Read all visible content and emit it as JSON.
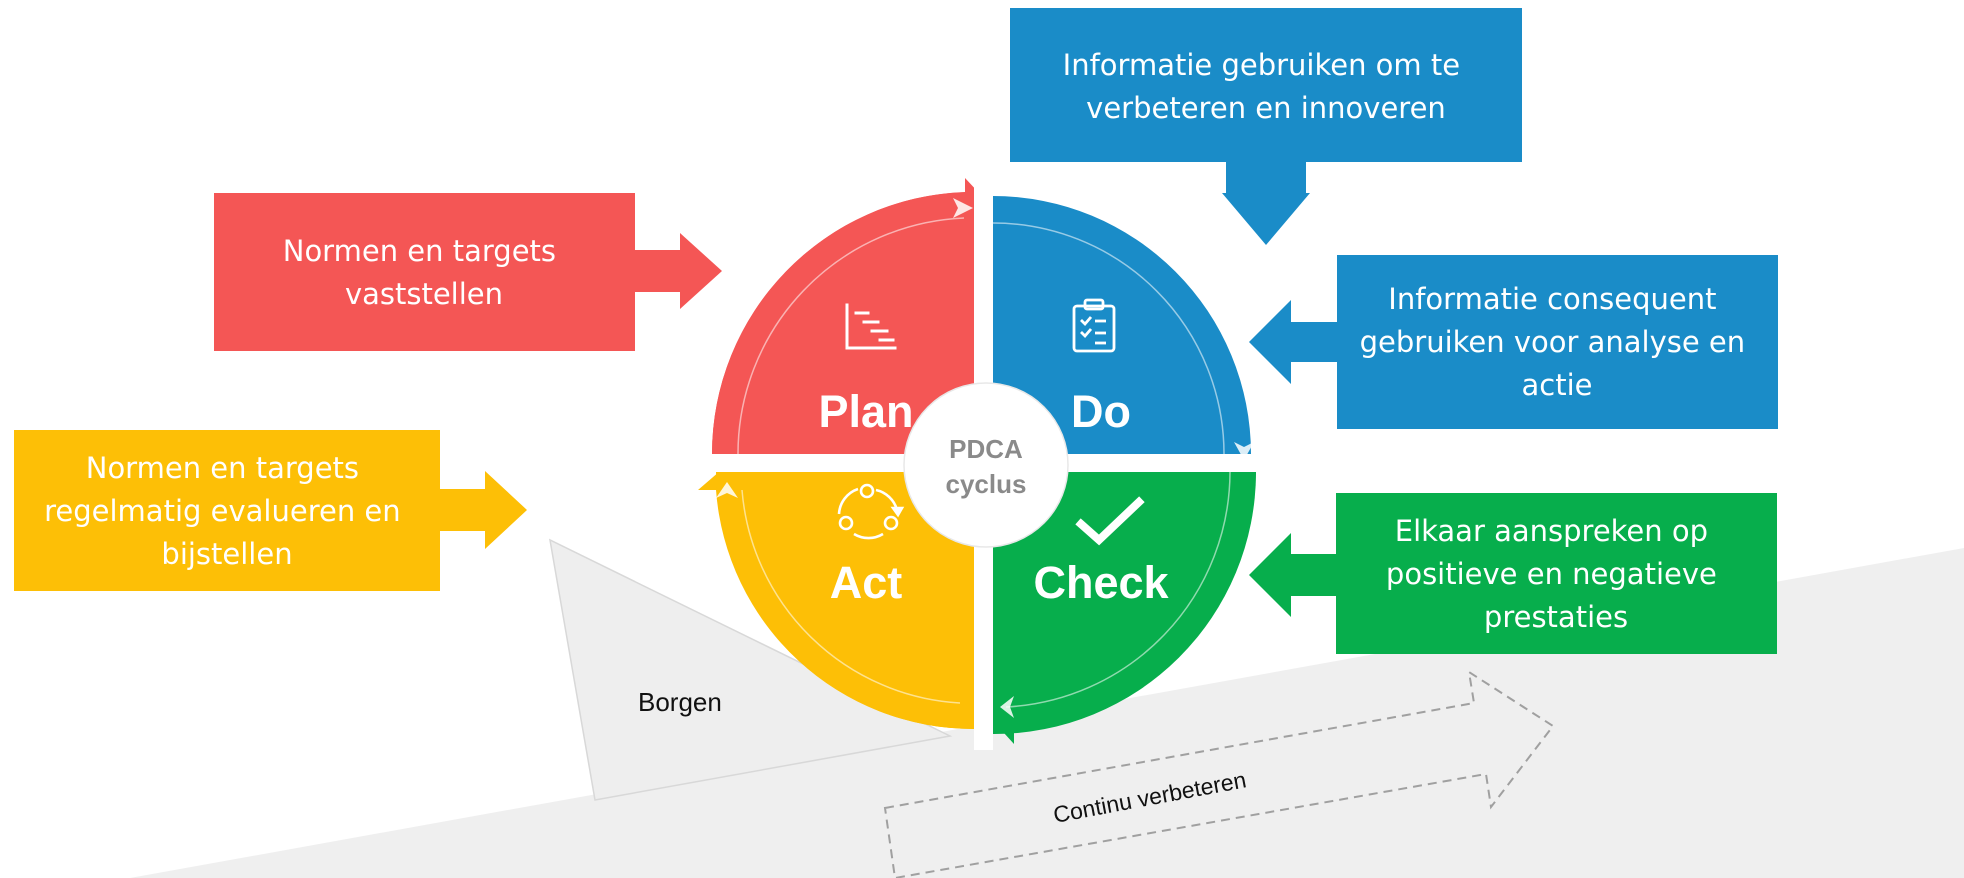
{
  "diagram": {
    "center": {
      "line1": "PDCA",
      "line2": "cyclus"
    },
    "quadrants": {
      "plan": {
        "label": "Plan",
        "color": "#F45655",
        "icon": "gantt-chart-icon"
      },
      "do": {
        "label": "Do",
        "color": "#1A8CC8",
        "icon": "clipboard-checklist-icon"
      },
      "check": {
        "label": "Check",
        "color": "#07AE4C",
        "icon": "checkmark-icon"
      },
      "act": {
        "label": "Act",
        "color": "#FDBF06",
        "icon": "cycle-arrows-icon"
      }
    },
    "callouts": {
      "plan": {
        "lines": [
          "Normen en targets",
          "vaststellen"
        ]
      },
      "act": {
        "lines": [
          "Normen en targets",
          "regelmatig evalueren en",
          "bijstellen"
        ]
      },
      "do_top": {
        "lines": [
          "Informatie gebruiken om te",
          "verbeteren en innoveren"
        ]
      },
      "do_right": {
        "lines": [
          "Informatie consequent",
          "gebruiken voor analyse en",
          "actie"
        ]
      },
      "check": {
        "lines": [
          "Elkaar aanspreken op",
          "positieve en negatieve",
          "prestaties"
        ]
      }
    },
    "wedge_label": "Borgen",
    "improvement_label": "Continu verbeteren"
  }
}
